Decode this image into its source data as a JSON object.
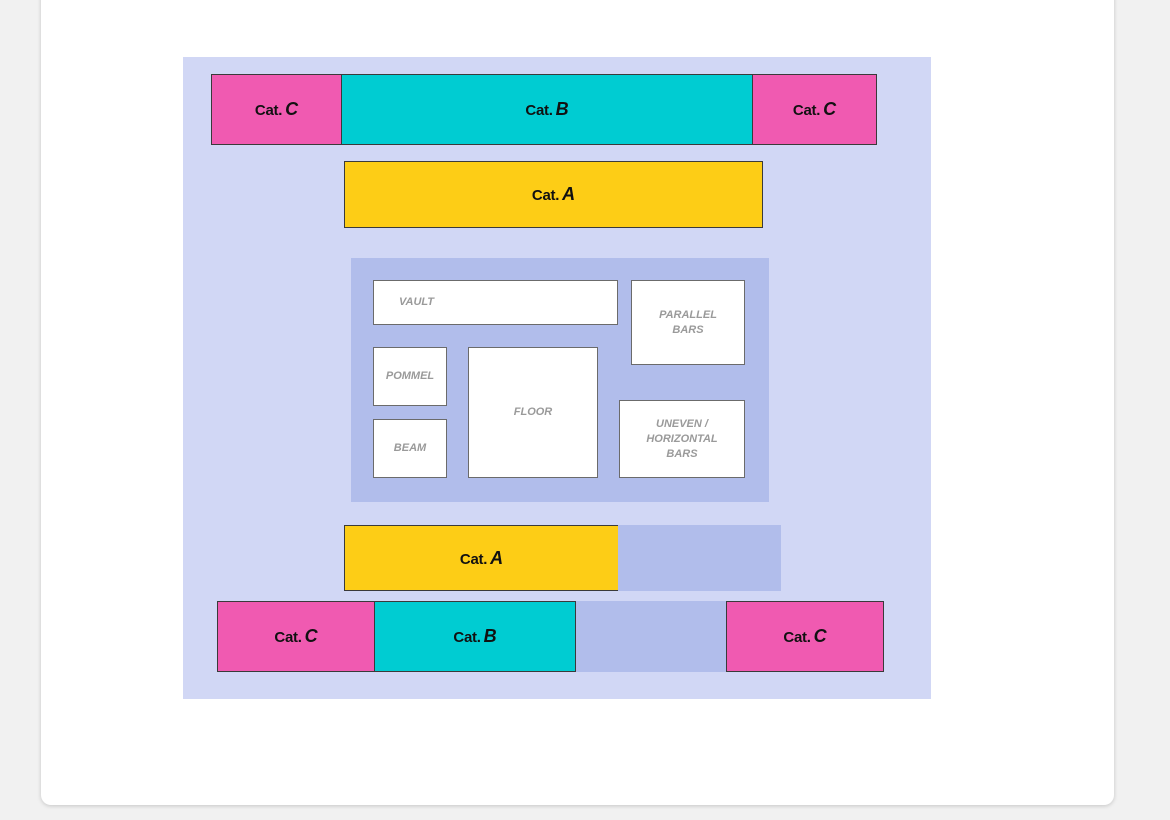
{
  "seating": {
    "prefix": "Cat.",
    "top_left": "C",
    "top_center": "B",
    "top_right": "C",
    "upper_a": "A",
    "lower_a": "A",
    "bottom_left": "C",
    "bottom_center": "B",
    "bottom_right": "C"
  },
  "apparatus": {
    "vault": "VAULT",
    "parallel_bars": "PARALLEL\nBARS",
    "pommel": "POMMEL",
    "floor": "FLOOR",
    "beam": "BEAM",
    "uneven_bars": "UNEVEN /\nHORIZONTAL\nBARS"
  },
  "colors": {
    "cat_a": "#fdcd16",
    "cat_b": "#00ccd2",
    "cat_c": "#f05ab1",
    "venue": "#d1d7f5",
    "arena": "#b1bdeb"
  }
}
